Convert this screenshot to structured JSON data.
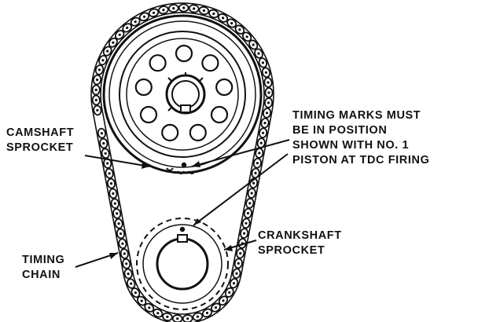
{
  "labels": {
    "camshaft": [
      "CAMSHAFT",
      "SPROCKET"
    ],
    "timing_marks": [
      "TIMING MARKS MUST",
      "BE IN POSITION",
      "SHOWN WITH NO. 1",
      "PISTON AT TDC FIRING"
    ],
    "crankshaft": [
      "CRANKSHAFT",
      "SPROCKET"
    ],
    "timing_chain": [
      "TIMING",
      "CHAIN"
    ]
  },
  "colors": {
    "ink": "#111111",
    "paper": "#ffffff"
  }
}
